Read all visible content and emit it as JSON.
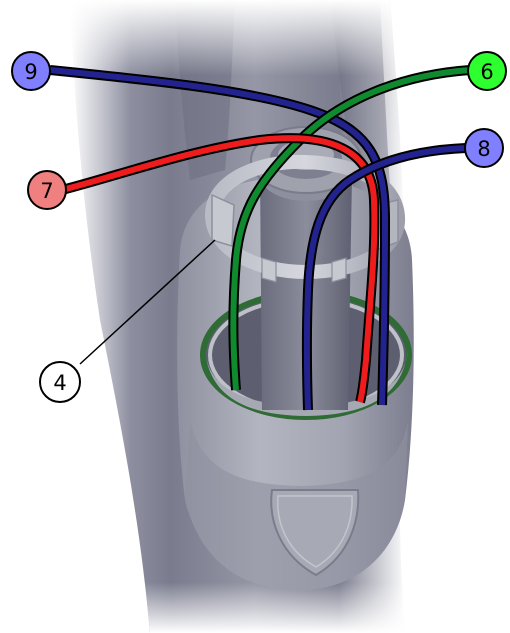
{
  "callouts": [
    {
      "id": "c9",
      "label": "9",
      "fill": "#8080ff"
    },
    {
      "id": "c6",
      "label": "6",
      "fill": "#2eff2e"
    },
    {
      "id": "c8",
      "label": "8",
      "fill": "#8080ff"
    },
    {
      "id": "c7",
      "label": "7",
      "fill": "#f08080"
    },
    {
      "id": "c4",
      "label": "4",
      "fill": "#ffffff"
    }
  ],
  "wire_colors": {
    "blue": "#23238f",
    "green": "#0f8a2f",
    "red": "#ee1c1c"
  },
  "body_colors": {
    "shell": "#8a8c9c",
    "shell_dark": "#6f7182",
    "cup": "#9fa1ad",
    "seal": "#2f6b34"
  }
}
